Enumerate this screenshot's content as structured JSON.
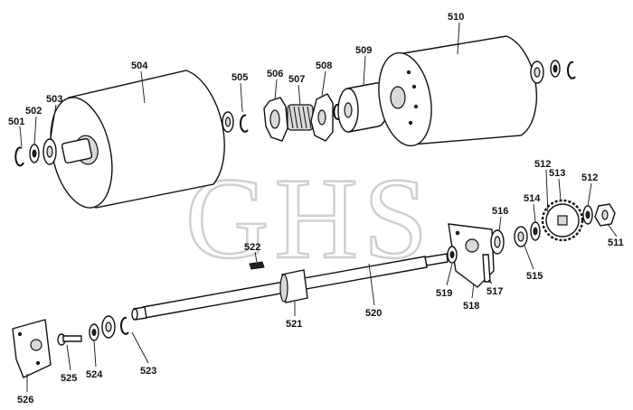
{
  "watermark": "GHS",
  "parts": [
    {
      "id": "501"
    },
    {
      "id": "502"
    },
    {
      "id": "503"
    },
    {
      "id": "504"
    },
    {
      "id": "505"
    },
    {
      "id": "506"
    },
    {
      "id": "507"
    },
    {
      "id": "508"
    },
    {
      "id": "509"
    },
    {
      "id": "510"
    },
    {
      "id": "511"
    },
    {
      "id": "512a",
      "label": "512"
    },
    {
      "id": "512b",
      "label": "512"
    },
    {
      "id": "513"
    },
    {
      "id": "514"
    },
    {
      "id": "515"
    },
    {
      "id": "516"
    },
    {
      "id": "517"
    },
    {
      "id": "518"
    },
    {
      "id": "519"
    },
    {
      "id": "520"
    },
    {
      "id": "521"
    },
    {
      "id": "522"
    },
    {
      "id": "523"
    },
    {
      "id": "524"
    },
    {
      "id": "525"
    },
    {
      "id": "526"
    }
  ],
  "labels": {
    "p501": "501",
    "p502": "502",
    "p503": "503",
    "p504": "504",
    "p505": "505",
    "p506": "506",
    "p507": "507",
    "p508": "508",
    "p509": "509",
    "p510": "510",
    "p511": "511",
    "p512a": "512",
    "p512b": "512",
    "p513": "513",
    "p514": "514",
    "p515": "515",
    "p516": "516",
    "p517": "517",
    "p518": "518",
    "p519": "519",
    "p520": "520",
    "p521": "521",
    "p522": "522",
    "p523": "523",
    "p524": "524",
    "p525": "525",
    "p526": "526"
  }
}
